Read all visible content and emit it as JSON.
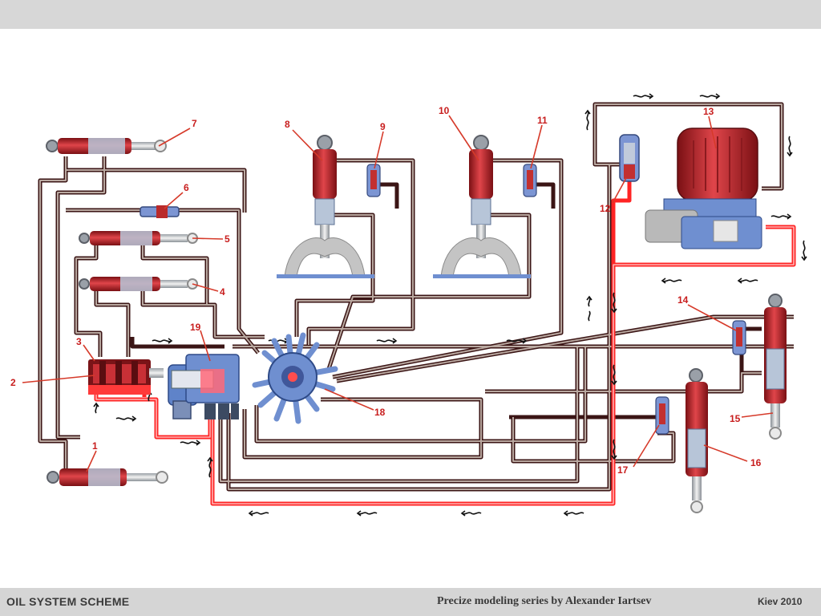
{
  "footer": {
    "title": "OIL SYSTEM SCHEME",
    "credit": "Precize modeling series by Alexander Iartsev",
    "place": "Kiev 2010"
  },
  "labels": {
    "l1": "1",
    "l2": "2",
    "l3": "3",
    "l4": "4",
    "l5": "5",
    "l6": "6",
    "l7": "7",
    "l8": "8",
    "l9": "9",
    "l10": "10",
    "l11": "11",
    "l12": "12",
    "l13": "13",
    "l14": "14",
    "l15": "15",
    "l16": "16",
    "l17": "17",
    "l18": "18",
    "l19": "19"
  },
  "colors": {
    "pipe": "#3b1515",
    "pressure_line": "#ff2424",
    "cylinder": "#c2272d",
    "valve_body": "#6f8fd0",
    "label": "#c81e1e"
  }
}
